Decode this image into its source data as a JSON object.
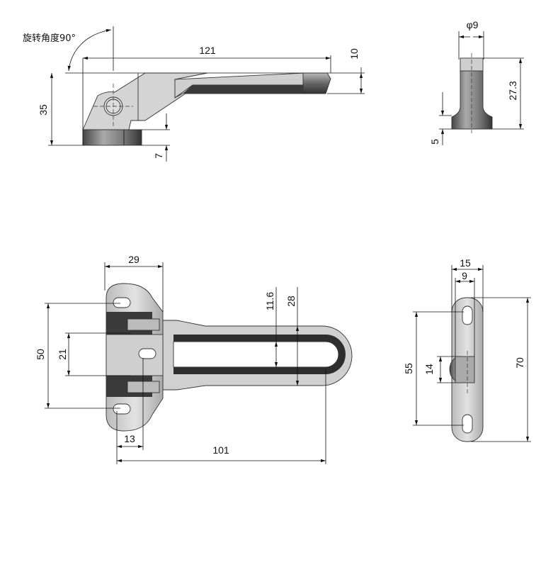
{
  "side_view": {
    "rotation_label": "旋转角度90°",
    "length": "121",
    "height": "35",
    "lever_thickness": "10",
    "base_thickness": "7"
  },
  "pin_view": {
    "diameter": "φ9",
    "height": "27.3",
    "flange": "5"
  },
  "top_view": {
    "plate_width": "29",
    "hole_spacing": "50",
    "hinge_spacing": "21",
    "offset": "13",
    "length": "101",
    "slot_width": "11.6",
    "loop_width": "28"
  },
  "strike_view": {
    "width": "15",
    "inner_width": "9",
    "hole_spacing": "55",
    "knob": "14",
    "length": "70"
  }
}
